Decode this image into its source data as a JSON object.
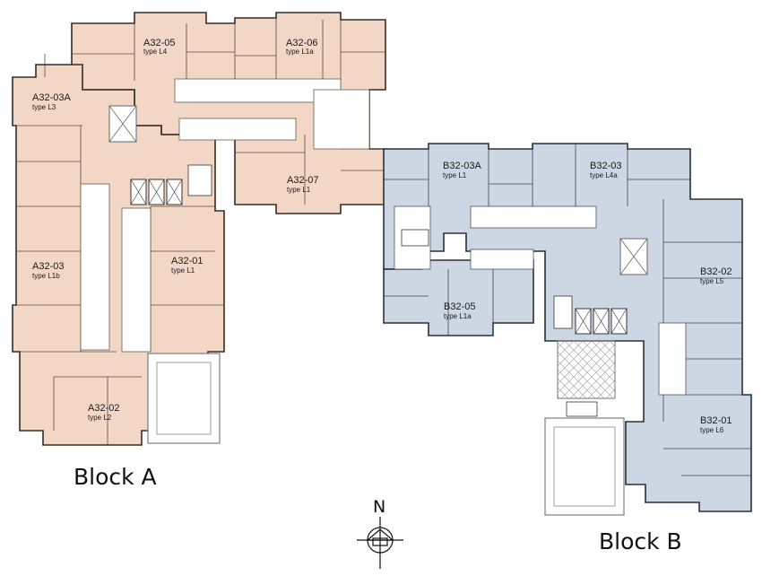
{
  "colors": {
    "block_a_fill": "#f3d7c6",
    "block_b_fill": "#cdd6e3",
    "corridor": "#ffffff",
    "wall": "#3a2a22"
  },
  "blocks": {
    "a": {
      "label": "Block A"
    },
    "b": {
      "label": "Block B"
    }
  },
  "compass": {
    "letter": "N",
    "icon": "north-arrow-icon"
  },
  "units": [
    {
      "code": "A32-05",
      "type": "type L4"
    },
    {
      "code": "A32-06",
      "type": "type L1a"
    },
    {
      "code": "A32-03A",
      "type": "type L3"
    },
    {
      "code": "A32-07",
      "type": "type L1"
    },
    {
      "code": "A32-03",
      "type": "type L1b"
    },
    {
      "code": "A32-01",
      "type": "type L1"
    },
    {
      "code": "A32-02",
      "type": "type L2"
    },
    {
      "code": "B32-03A",
      "type": "type L1"
    },
    {
      "code": "B32-03",
      "type": "type L4a"
    },
    {
      "code": "B32-02",
      "type": "type L5"
    },
    {
      "code": "B32-05",
      "type": "type L1a"
    },
    {
      "code": "B32-01",
      "type": "type L6"
    }
  ]
}
